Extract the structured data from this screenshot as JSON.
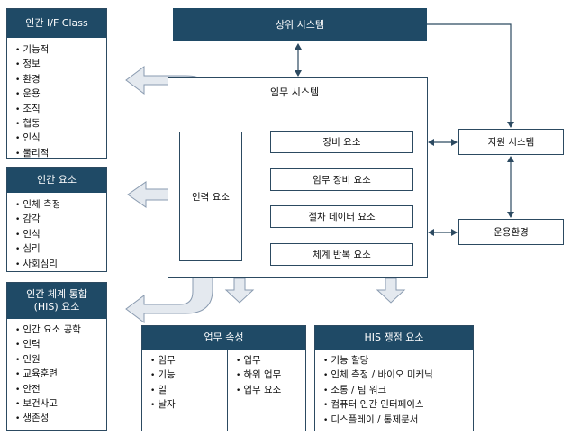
{
  "left_panels": {
    "class": {
      "title": "인간 I/F Class",
      "items": [
        "기능적",
        "정보",
        "환경",
        "운용",
        "조직",
        "협동",
        "인식",
        "물리적"
      ]
    },
    "elements": {
      "title": "인간 요소",
      "items": [
        "인체 측정",
        "감각",
        "인식",
        "심리",
        "사회심리"
      ]
    },
    "his": {
      "title": "인간 체계 통합\n(HIS) 요소",
      "items": [
        "인간 요소 공학",
        "인력",
        "인원",
        "교육훈련",
        "안전",
        "보건사고",
        "생존성"
      ]
    }
  },
  "upper_system": "상위 시스템",
  "mission_system": "임무 시스템",
  "manpower_element": "인력 요소",
  "inner_elements": [
    "장비 요소",
    "임무 장비 요소",
    "절차 데이터 요소",
    "체계 반복 요소"
  ],
  "support_system": "지원 시스템",
  "operating_env": "운용환경",
  "work_attributes": {
    "title": "업무 속성",
    "left": [
      "임무",
      "기능",
      "일",
      "날자"
    ],
    "right": [
      "업무",
      "하위 업무",
      "업무 요소"
    ]
  },
  "his_issues": {
    "title": "HIS 쟁점 요소",
    "items": [
      "기능 할당",
      "인체 측정 / 바이오 미케닉",
      "소통 / 팀 워크",
      "컴퓨터 인간 인터페이스",
      "디스플레이 / 통제문서"
    ]
  },
  "colors": {
    "header": "#1f4a66",
    "border": "#2c4a61",
    "flow_fill": "#e4e9ef",
    "flow_stroke": "#8a9bb0"
  }
}
